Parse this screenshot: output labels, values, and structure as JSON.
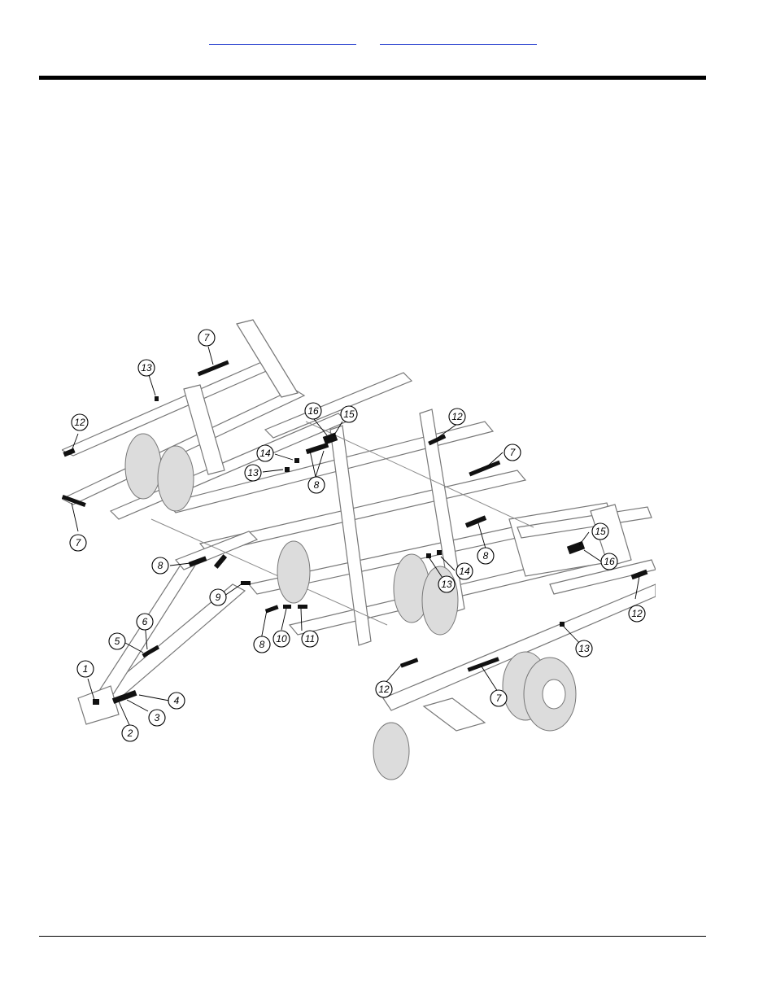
{
  "header": {
    "link_1": "",
    "link_2": ""
  },
  "callouts": [
    "7",
    "13",
    "12",
    "16",
    "15",
    "12",
    "7",
    "14",
    "13",
    "8",
    "7",
    "8",
    "9",
    "15",
    "8",
    "13",
    "14",
    "16",
    "12",
    "6",
    "5",
    "8",
    "10",
    "11",
    "13",
    "1",
    "4",
    "3",
    "2",
    "12",
    "7"
  ],
  "colors": {
    "rule": "#000000",
    "link": "#1a33cc",
    "frame": "#777777",
    "decal": "#111111"
  }
}
